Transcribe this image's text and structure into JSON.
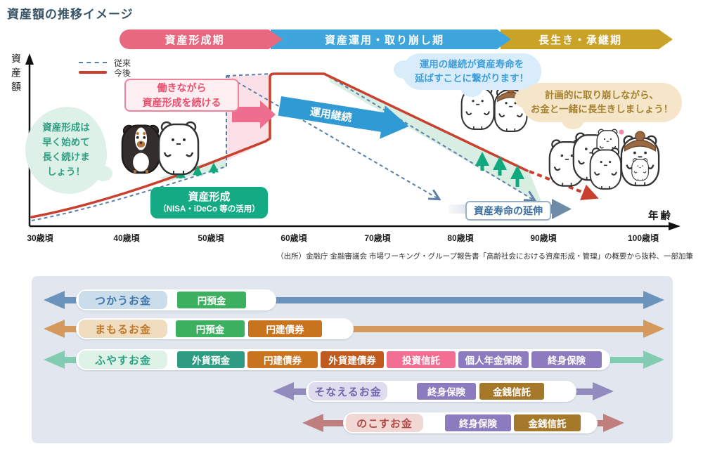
{
  "title": "資産額の推移イメージ",
  "phases": [
    {
      "label": "資産形成期",
      "color": "#e8697f"
    },
    {
      "label": "資産運用・取り崩し期",
      "color": "#3ea6dc"
    },
    {
      "label": "長生き・承継期",
      "color": "#c9a227"
    }
  ],
  "chart": {
    "y_axis_label": "資産額",
    "x_axis_label": "年齢",
    "legend": [
      {
        "label": "従来",
        "style": "dashed",
        "color": "#5b80a8"
      },
      {
        "label": "今後",
        "style": "solid",
        "color": "#c9402e"
      }
    ],
    "x_ticks": [
      "30歳頃",
      "40歳頃",
      "50歳頃",
      "60歳頃",
      "70歳頃",
      "80歳頃",
      "90歳頃",
      "100歳頃"
    ],
    "annotations": {
      "start_early": {
        "lines": [
          "資産形成は",
          "早く始めて",
          "長く続けま",
          "しょう！"
        ]
      },
      "keep_working": {
        "lines": [
          "働きながら",
          "資産形成を続ける"
        ]
      },
      "continue_management_arrow": "運用継続",
      "asset_formation": {
        "title": "資産形成",
        "subtitle": "（NISA・iDeCo 等の活用）"
      },
      "management_extends": {
        "lines": [
          "運用の継続が資産寿命を",
          "延ばすことに繋がります！"
        ]
      },
      "planned_withdrawal": {
        "lines": [
          "計画的に取り崩しながら、",
          "お金と一緒に長生きしましょう！"
        ]
      },
      "lifespan_extension": "資産寿命の延伸"
    },
    "source": "（出所）金融庁 金融審議会 市場ワーキング・グループ報告書「高齢社会における資産形成・管理」の概要から抜粋、一部加筆"
  },
  "money_map": {
    "rows": [
      {
        "label": "つかうお金",
        "arrow_color": "#6b94bc",
        "label_bg": "#cbdcea",
        "label_color": "#3e75a8",
        "products": [
          {
            "name": "円預金",
            "color": "#3cb05e"
          }
        ]
      },
      {
        "label": "まもるお金",
        "arrow_color": "#d49a5c",
        "label_bg": "#f0dcbe",
        "label_color": "#c0772a",
        "products": [
          {
            "name": "円預金",
            "color": "#3cb05e"
          },
          {
            "name": "円建債券",
            "color": "#c8741f"
          }
        ]
      },
      {
        "label": "ふやすお金",
        "arrow_color": "#82cdb2",
        "label_bg": "#def2e8",
        "label_color": "#2fa183",
        "products": [
          {
            "name": "外貨預金",
            "color": "#2e9c82"
          },
          {
            "name": "円建債券",
            "color": "#c8741f"
          },
          {
            "name": "外貨建債券",
            "color": "#c05a1e"
          },
          {
            "name": "投資信託",
            "color": "#f26f93"
          },
          {
            "name": "個人年金保険",
            "color": "#8c7bbf"
          },
          {
            "name": "終身保険",
            "color": "#8c7bbf"
          }
        ]
      },
      {
        "label": "そなえるお金",
        "arrow_color": "#918bbe",
        "label_bg": "#dfdcee",
        "label_color": "#7166ad",
        "products": [
          {
            "name": "終身保険",
            "color": "#8c7bbf"
          },
          {
            "name": "金銭信託",
            "color": "#a6782a"
          }
        ]
      },
      {
        "label": "のこすお金",
        "arrow_color": "#c07f7f",
        "label_bg": "#f2d8d4",
        "label_color": "#b04a48",
        "products": [
          {
            "name": "終身保険",
            "color": "#8c7bbf"
          },
          {
            "name": "金銭信託",
            "color": "#a6782a"
          }
        ]
      }
    ]
  }
}
